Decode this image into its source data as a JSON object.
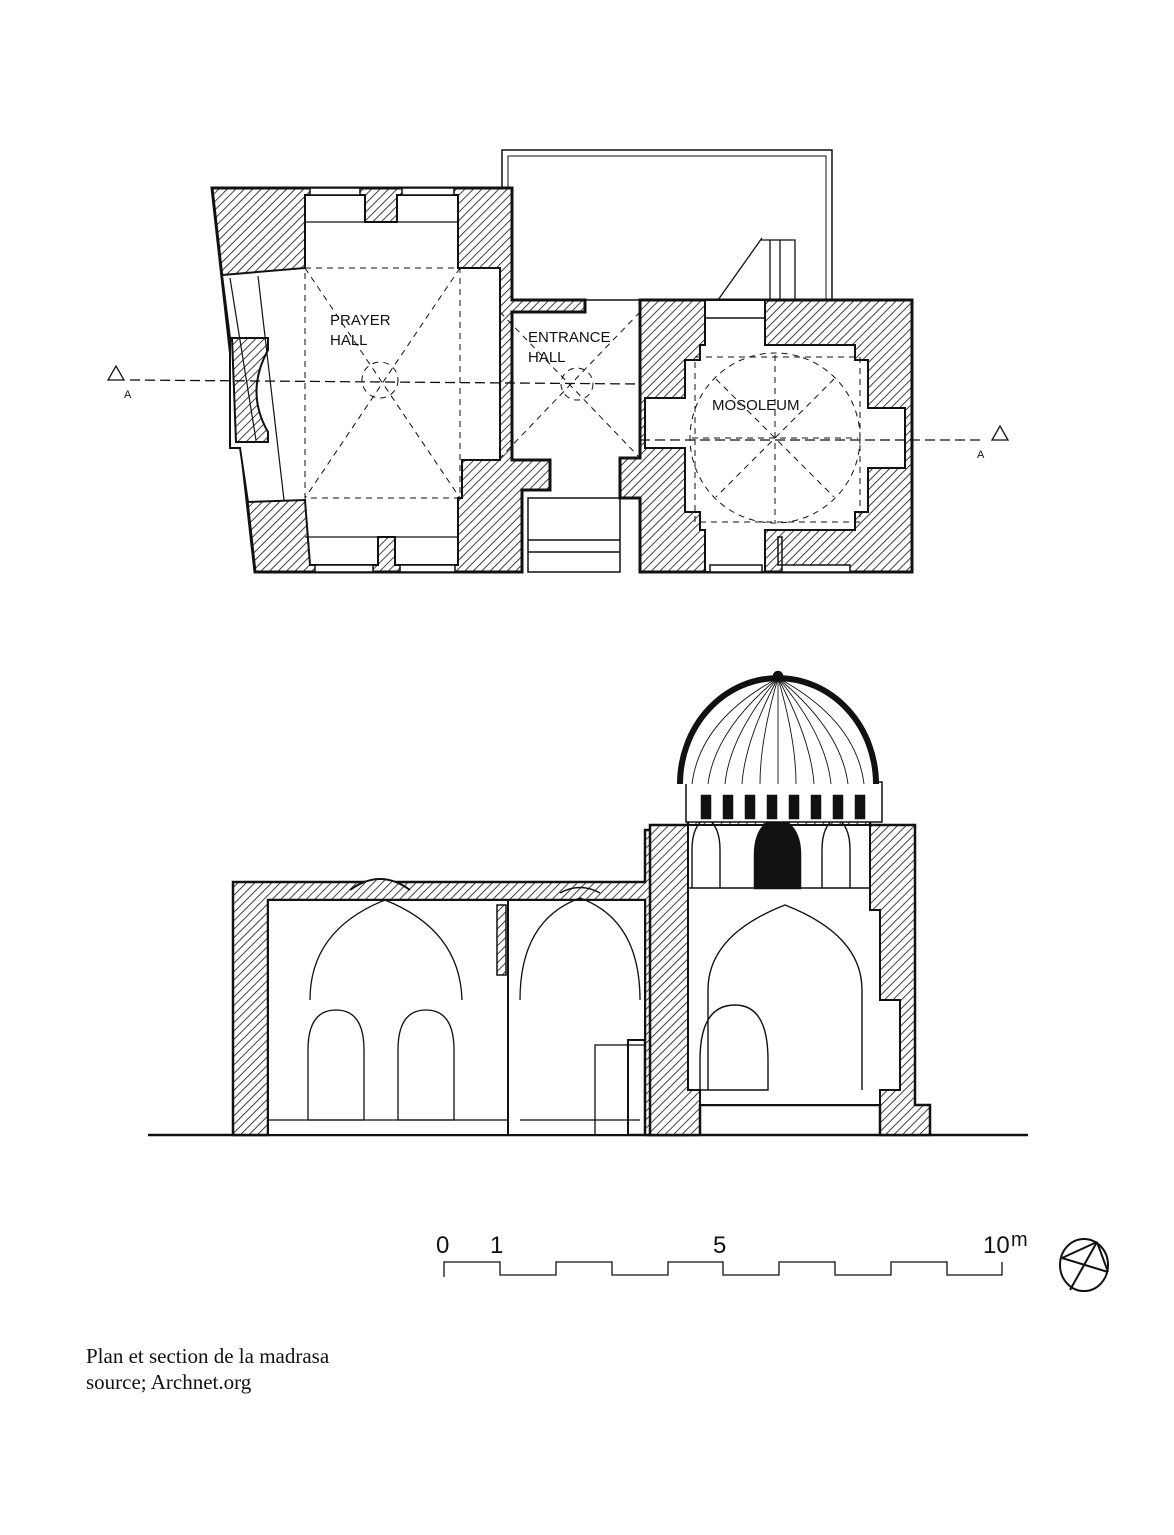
{
  "plan": {
    "rooms": [
      "PRAYER HALL",
      "ENTRANCE HALL",
      "MOSOLEUM"
    ],
    "prayer_hall_lines": [
      "PRAYER",
      "HALL"
    ],
    "entrance_hall_lines": [
      "ENTRANCE",
      "HALL"
    ],
    "mausoleum_label": "MOSOLEUM",
    "section_marker_left": "A",
    "section_marker_right": "A"
  },
  "scale_bar": {
    "labels": [
      "0",
      "1",
      "5",
      "10"
    ],
    "unit": "m"
  },
  "caption": {
    "line1": "Plan et section de la madrasa",
    "line2": "source; Archnet.org"
  },
  "colors": {
    "ink": "#111111",
    "paper": "#ffffff"
  }
}
